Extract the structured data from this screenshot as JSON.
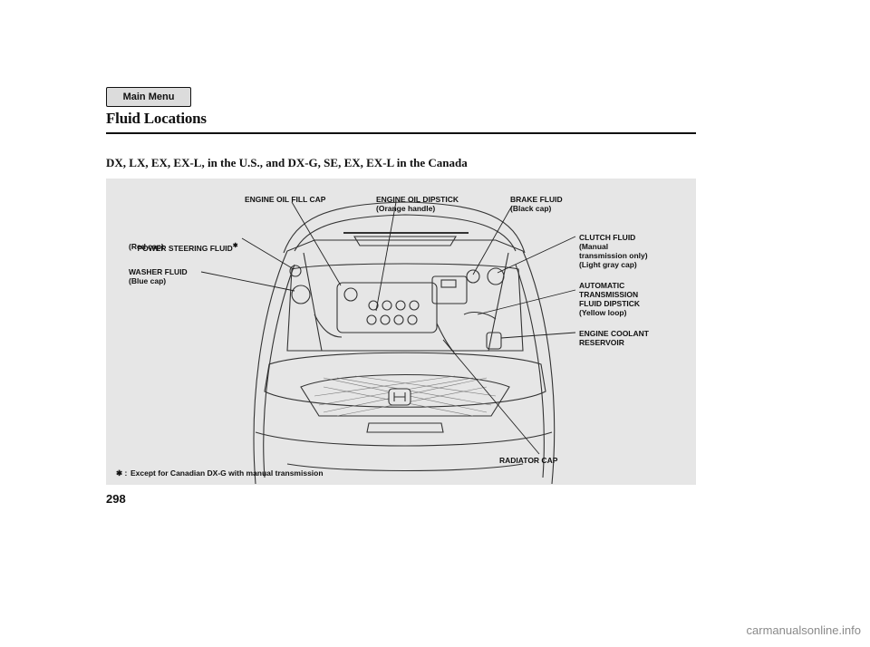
{
  "nav": {
    "main_menu": "Main Menu"
  },
  "header": {
    "title": "Fluid Locations",
    "subtitle": "DX, LX, EX, EX-L, in the U.S., and DX-G, SE, EX, EX-L in the Canada"
  },
  "figure": {
    "labels": {
      "engine_oil_fill_cap": "ENGINE OIL FILL CAP",
      "engine_oil_dipstick": "ENGINE OIL DIPSTICK\n(Orange handle)",
      "brake_fluid": "BRAKE FLUID\n(Black cap)",
      "power_steering_fluid": "POWER STEERING FLUID",
      "power_steering_mark": "✱",
      "power_steering_cap": "(Red cap)",
      "washer_fluid": "WASHER FLUID\n(Blue cap)",
      "clutch_fluid": "CLUTCH FLUID\n(Manual\ntransmission only)\n(Light gray cap)",
      "atf_dipstick": "AUTOMATIC\nTRANSMISSION\nFLUID DIPSTICK\n(Yellow loop)",
      "coolant_reservoir": "ENGINE COOLANT\nRESERVOIR",
      "radiator_cap": "RADIATOR CAP"
    },
    "footnote_mark": "✱ :",
    "footnote": "Except for Canadian DX-G with manual transmission"
  },
  "page_number": "298",
  "watermark": "carmanualsonline.info"
}
